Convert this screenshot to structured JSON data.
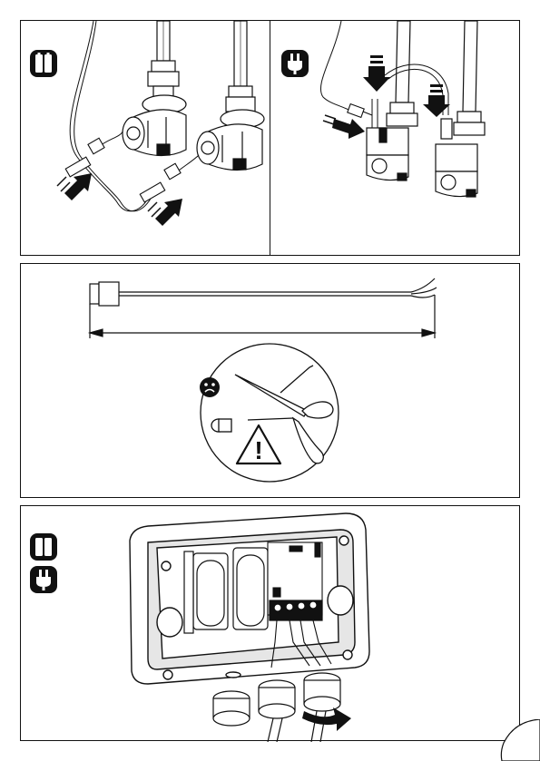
{
  "page": {
    "panels": [
      {
        "id": "sensor-connection",
        "icon": "battery-icon"
      },
      {
        "id": "valve-connection",
        "icon": "plug-icon"
      },
      {
        "id": "cable-length",
        "icons": [
          "sad-face-icon",
          "warning-icon"
        ]
      },
      {
        "id": "control-box",
        "icons": [
          "battery-icon",
          "plug-icon"
        ]
      }
    ],
    "warning_symbol": "!",
    "colors": {
      "line": "#111111",
      "background": "#ffffff",
      "shade": "#e6e6e6"
    }
  }
}
